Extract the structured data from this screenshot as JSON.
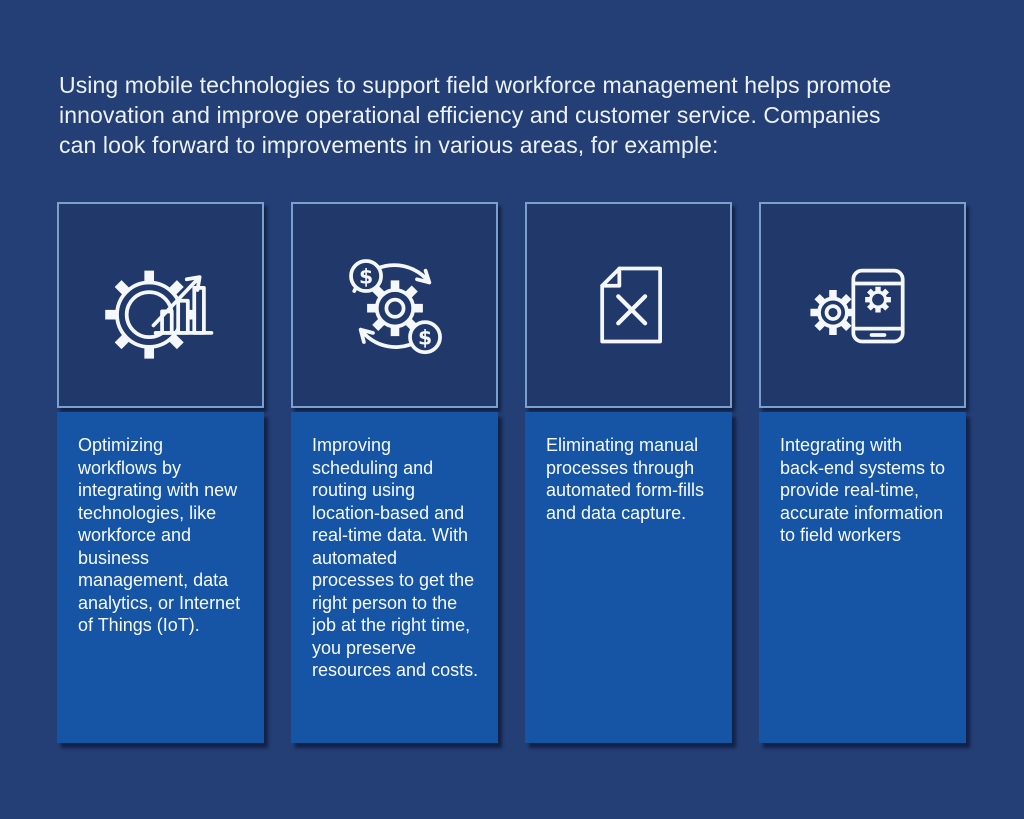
{
  "intro": {
    "text": "Using mobile technologies to support field workforce management helps promote innovation and improve operational efficiency and customer service. Companies can look forward to improvements in various areas, for example:",
    "lines": [
      "Using mobile technologies to support field workforce management helps promote",
      "innovation and improve operational efficiency and customer service. Companies",
      "can look forward to improvements in various areas, for example:"
    ]
  },
  "cards": [
    {
      "id": "optimizing-workflows",
      "icon": "gear-bar-chart-icon",
      "text": "Optimizing workflows by integrating with new technologies, like workforce and business management, data analytics, or Internet of Things (IoT)."
    },
    {
      "id": "scheduling-routing",
      "icon": "money-cycle-gear-icon",
      "text": "Improving scheduling and routing using location-based and real-time data. With automated processes to get the right person to the job at the right time, you preserve resources and costs."
    },
    {
      "id": "eliminating-manual-processes",
      "icon": "document-x-icon",
      "text": "Eliminating manual processes through automated form-fills and data capture."
    },
    {
      "id": "backend-integration",
      "icon": "gear-smartphone-icon",
      "text": "Integrating with back-end systems to provide real-time, accurate information to field workers"
    }
  ],
  "coin_symbol": "$",
  "colors": {
    "page_background": "#243F76",
    "icon_tile_background": "#20386A",
    "icon_tile_border": "#7BA0CD",
    "panel_background": "#1654A6",
    "text": "#F7FAFD",
    "icon_stroke": "#F4F7FB"
  }
}
